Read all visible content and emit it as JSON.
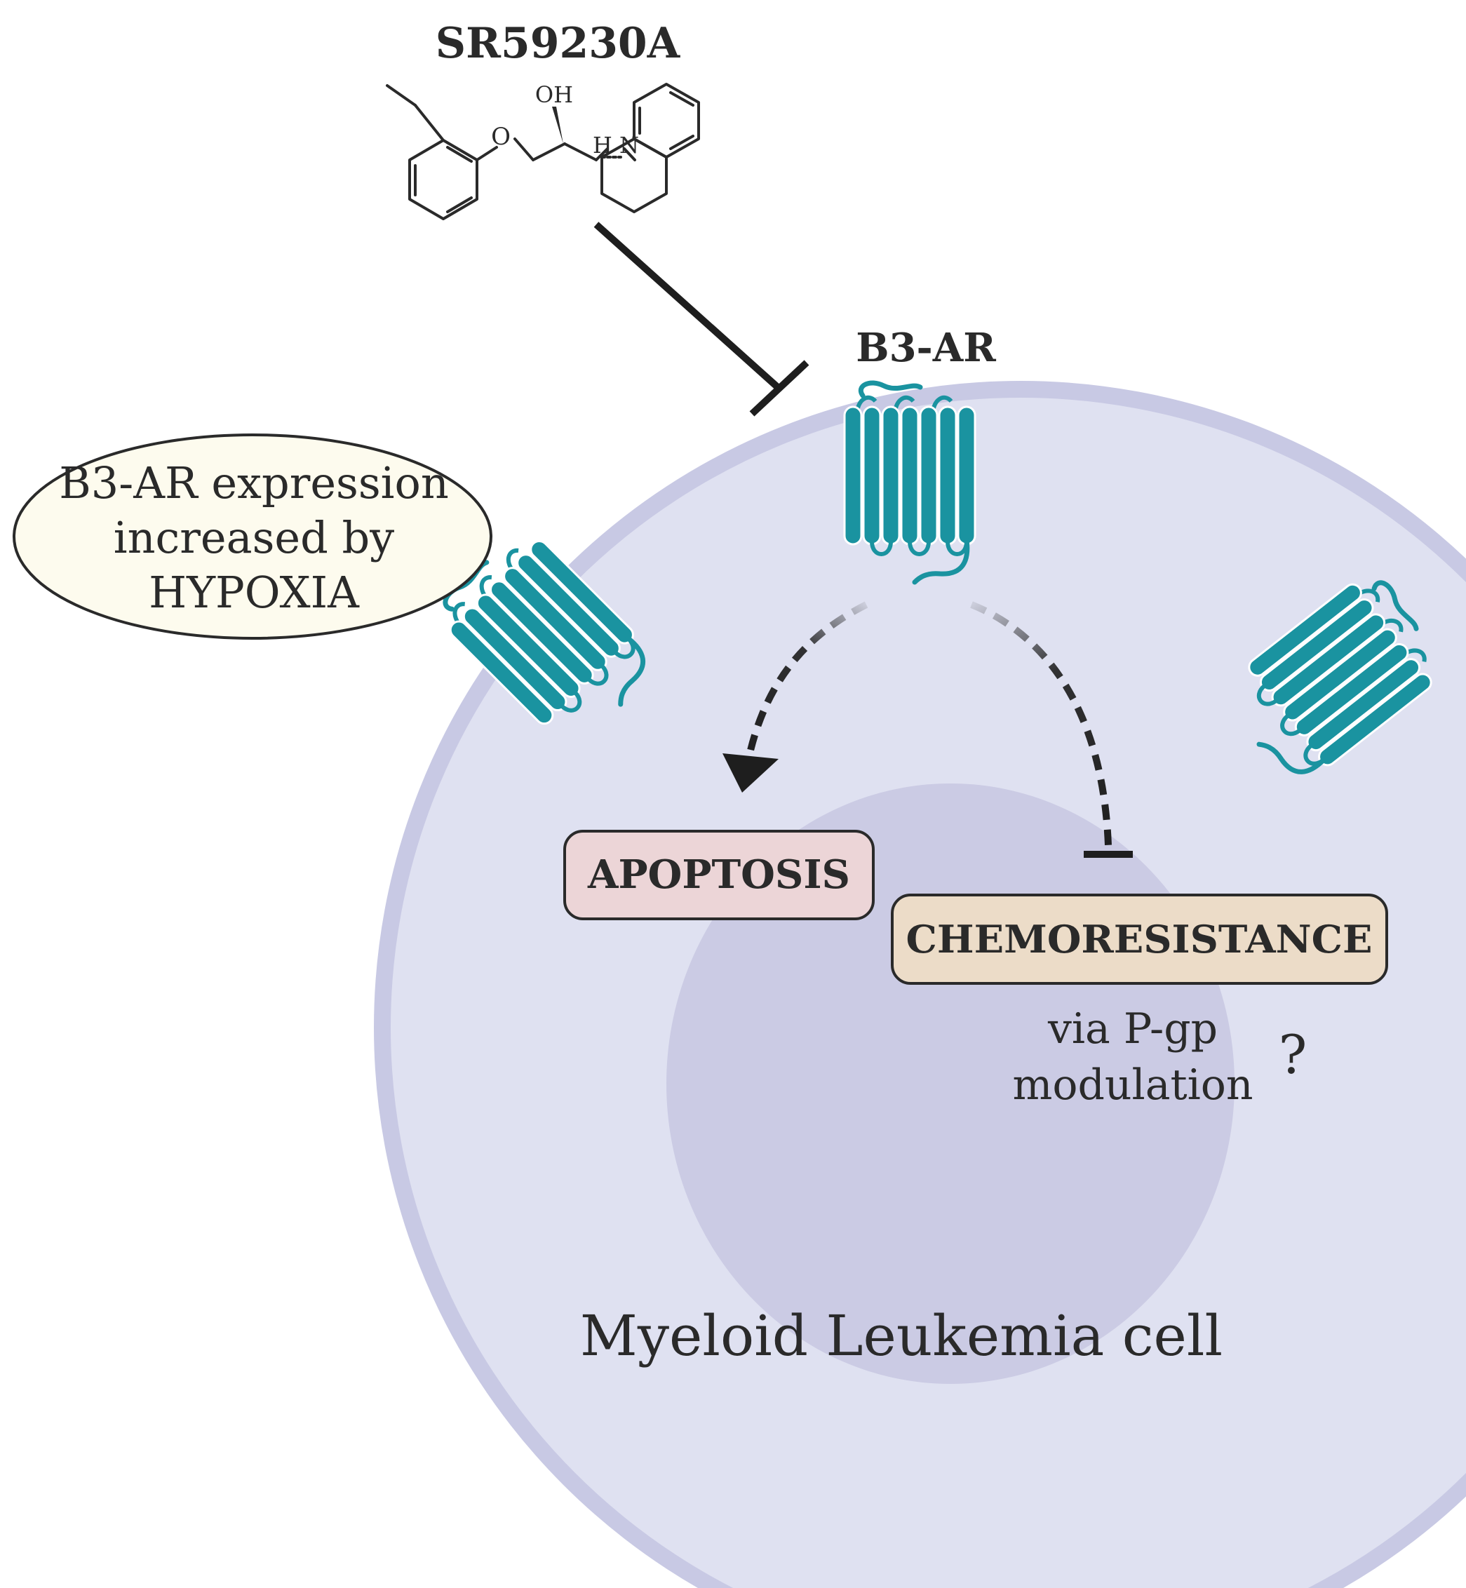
{
  "drug": {
    "name": "SR59230A",
    "atom_oh": "OH",
    "atom_o": "O",
    "atom_n": "H N"
  },
  "receptor": {
    "name": "B3-AR"
  },
  "hypoxia_note": {
    "line1": "B3-AR expression",
    "line2": "increased by",
    "line3": "HYPOXIA"
  },
  "effects": {
    "apoptosis": "APOPTOSIS",
    "chemoresistance": "CHEMORESISTANCE",
    "mechanism_line1": "via P-gp",
    "mechanism_line2": "modulation",
    "uncertain_mark": "?"
  },
  "cell": {
    "label": "Myeloid Leukemia cell"
  },
  "colors": {
    "receptor": "#1a93a0",
    "receptor_dark": "#137680",
    "membrane": "#c8c9e4",
    "cytoplasm": "#dfe1f1",
    "nucleus": "#cbcbe4",
    "apoptosis_box": "#ecd5d7",
    "chemo_box": "#ecdcc8",
    "hypoxia_ellipse": "#fdfbee"
  }
}
